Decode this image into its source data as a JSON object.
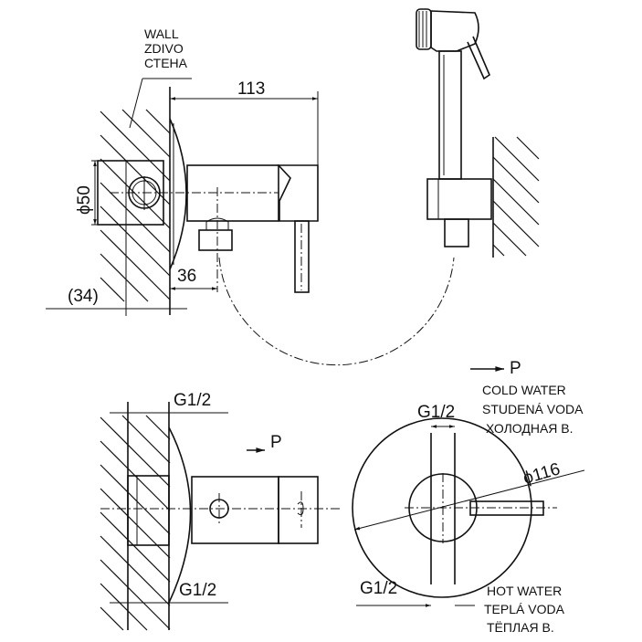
{
  "labels": {
    "wall": [
      "WALL",
      "ZDIVO",
      "СТЕНА"
    ],
    "dim_113": "113",
    "dim_phi50": "ϕ50",
    "dim_36": "36",
    "dim_34": "(34)",
    "g_top_left": "G1/2",
    "g_bottom_left": "G1/2",
    "p_left": "P",
    "p_right": "P",
    "g_top_right": "G1/2",
    "g_bottom_right": "G1/2",
    "dim_phi116": "ϕ116",
    "cold": [
      "COLD WATER",
      "STUDENÁ VODA",
      "ХОЛОДНАЯ В."
    ],
    "hot": [
      "HOT WATER",
      "TEPLÁ VODA",
      "ТЁПЛАЯ В."
    ]
  }
}
